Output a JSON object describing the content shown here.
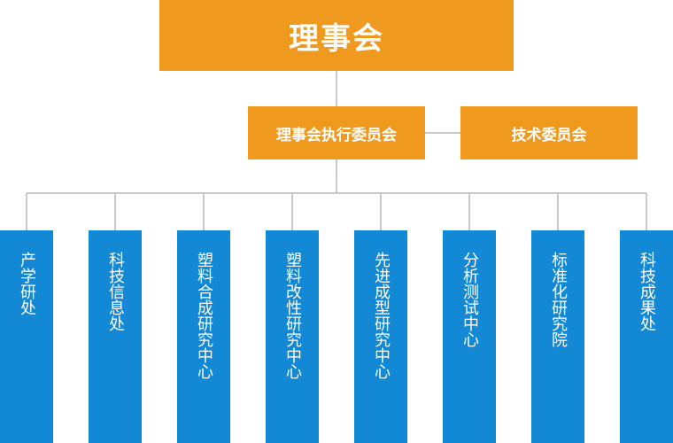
{
  "colors": {
    "orange": "#F0991F",
    "blue": "#1389D6",
    "connector": "#C9C9C9"
  },
  "chart": {
    "root": {
      "label": "理事会"
    },
    "middle": [
      {
        "label": "理事会执行委员会"
      },
      {
        "label": "技术委员会"
      }
    ],
    "departments": [
      {
        "label": "产学研处"
      },
      {
        "label": "科技信息处"
      },
      {
        "label": "塑料合成研究中心"
      },
      {
        "label": "塑料改性研究中心"
      },
      {
        "label": "先进成型研究中心"
      },
      {
        "label": "分析测试中心"
      },
      {
        "label": "标准化研究院"
      },
      {
        "label": "科技成果处"
      }
    ]
  }
}
